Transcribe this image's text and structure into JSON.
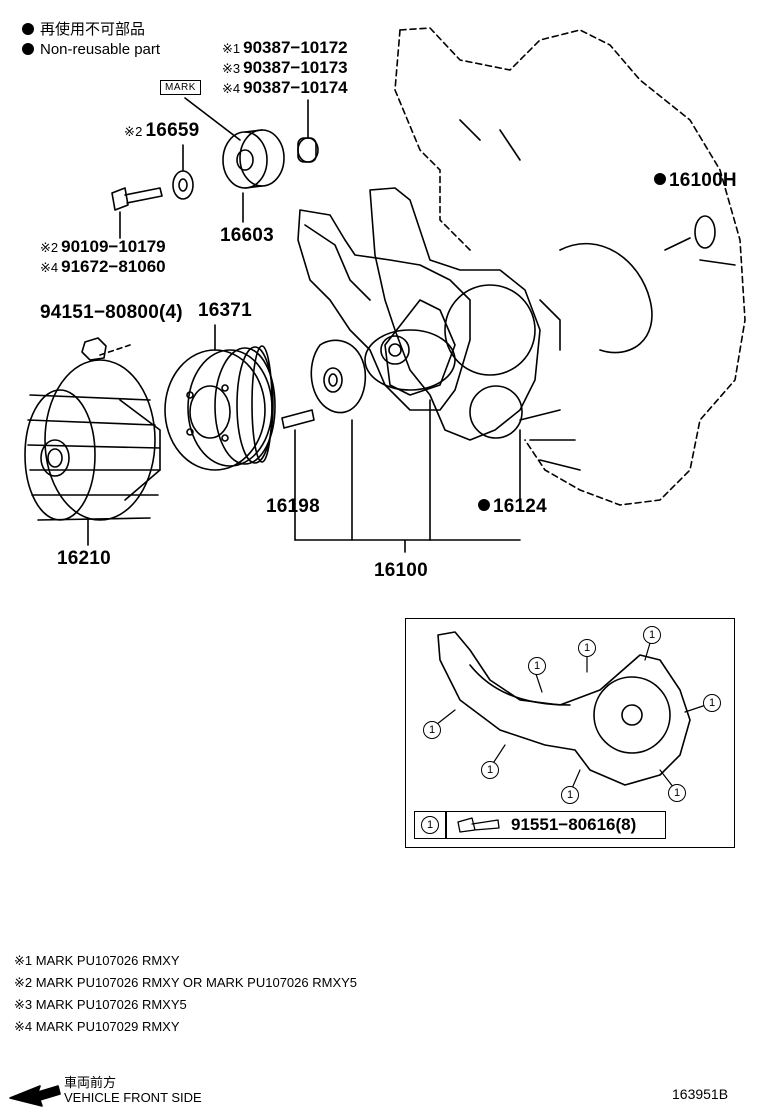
{
  "legend": {
    "jp": "再使用不可部品",
    "en": "Non-reusable part"
  },
  "labels": {
    "p90387_1": {
      "prefix": "※1",
      "text": "90387−10172"
    },
    "p90387_3": {
      "prefix": "※3",
      "text": "90387−10173"
    },
    "p90387_4": {
      "prefix": "※4",
      "text": "90387−10174"
    },
    "mark": "MARK",
    "p16659": {
      "prefix": "※2",
      "text": "16659"
    },
    "p16603": "16603",
    "p90109": {
      "prefix": "※2",
      "text": "90109−10179"
    },
    "p91672": {
      "prefix": "※4",
      "text": "91672−81060"
    },
    "p16100h": "16100H",
    "p94151": "94151−80800(4)",
    "p16371": "16371",
    "p16198": "16198",
    "p16124": "16124",
    "p16210": "16210",
    "p16100": "16100"
  },
  "inset": {
    "callout": "1",
    "bolt_part": "91551−80616(8)"
  },
  "notes": [
    "※1 MARK PU107026 RMXY",
    "※2 MARK PU107026 RMXY OR MARK PU107026 RMXY5",
    "※3 MARK PU107026 RMXY5",
    "※4 MARK PU107029 RMXY"
  ],
  "direction": {
    "jp": "車両前方",
    "en": "VEHICLE FRONT SIDE"
  },
  "figure_id": "163951B"
}
